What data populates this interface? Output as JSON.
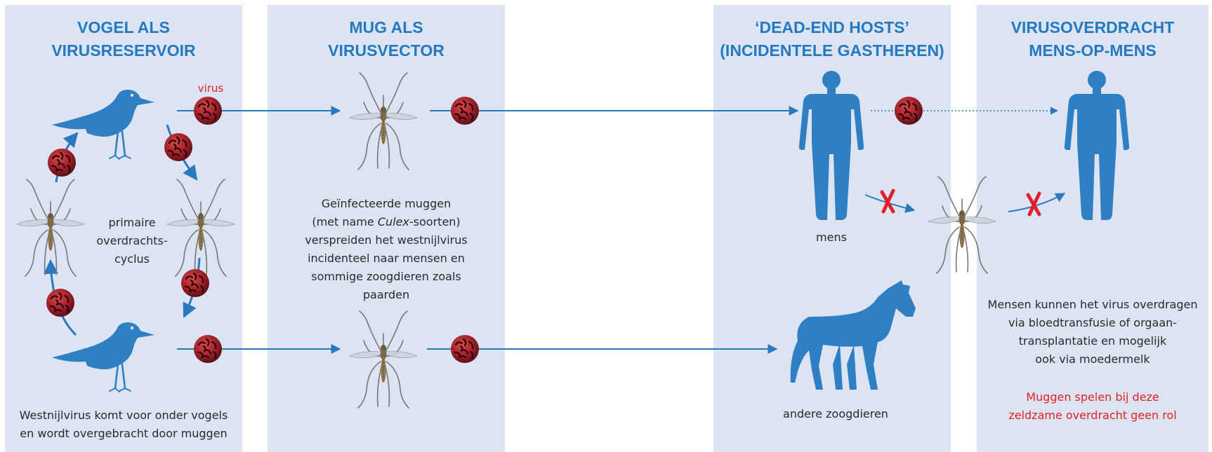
{
  "panels": [
    {
      "title_line1": "VOGEL ALS",
      "title_line2": "VIRUSRESERVOIR"
    },
    {
      "title_line1": "MUG ALS",
      "title_line2": "VIRUSVECTOR"
    },
    {
      "title_line1": "‘DEAD-END HOSTS’",
      "title_line2": "(INCIDENTELE GASTHEREN)"
    },
    {
      "title_line1": "VIRUSOVERDRACHT",
      "title_line2": "MENS-OP-MENS"
    }
  ],
  "labels": {
    "virus": "virus",
    "cycle_1": "primaire",
    "cycle_2": "overdrachts-",
    "cycle_3": "cyclus",
    "bird_caption_1": "Westnijlvirus komt voor onder vogels",
    "bird_caption_2": "en wordt overgebracht door muggen",
    "mosquito_text_1": "Geïnfecteerde muggen",
    "mosquito_text_2a": "(met name ",
    "mosquito_text_2b": "Culex",
    "mosquito_text_2c": "-soorten)",
    "mosquito_text_3": "verspreiden het westnijlvirus",
    "mosquito_text_4": "incidenteel naar mensen en",
    "mosquito_text_5": "sommige zoogdieren zoals",
    "mosquito_text_6": "paarden",
    "human_label": "mens",
    "mammal_label": "andere zoogdieren",
    "h2h_text_1": "Mensen kunnen het virus overdragen",
    "h2h_text_2": "via bloedtransfusie of orgaan-",
    "h2h_text_3": "transplantatie en mogelijk",
    "h2h_text_4": "ook via moedermelk",
    "h2h_red_1": "Muggen spelen bij deze",
    "h2h_red_2": "zeldzame overdracht geen rol"
  },
  "colors": {
    "panel_bg": "#dde4f1",
    "accent_blue": "#2479c0",
    "silhouette_blue": "#2f7fc4",
    "virus_red": "#a3202a",
    "cross_red": "#e3202a"
  },
  "icons": [
    "bird-icon",
    "mosquito-icon",
    "virus-icon",
    "human-icon",
    "horse-icon",
    "cross-icon",
    "arrow-icon"
  ]
}
